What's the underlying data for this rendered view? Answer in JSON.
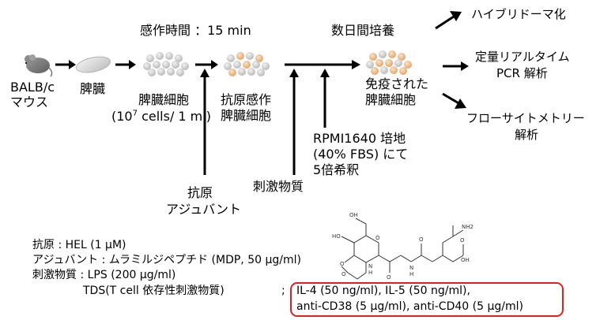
{
  "flow": {
    "mouse_line1": "BALB/c",
    "mouse_line2": "マウス",
    "spleen": "脾臓",
    "spleen_cells": "脾臓細胞",
    "cell_conc_prefix": "(10",
    "cell_conc_exp": "7",
    "cell_conc_suffix": " cells/ 1 ml)",
    "sensitization_time": "感作時間 ：15 min",
    "antigen_sensitized_line1": "抗原感作",
    "antigen_sensitized_line2": "脾臓細胞",
    "culture_days": "数日間培養",
    "immunized_line1": "免疫された",
    "immunized_line2": "脾臓細胞",
    "antigen_adjuvant_line1": "抗原",
    "antigen_adjuvant_line2": "アジュバント",
    "stimulant": "刺激物質",
    "medium_line1": "RPMI1640 培地",
    "medium_line2": "(40% FBS) にて",
    "medium_line3": "5倍希釈"
  },
  "outputs": {
    "hybridoma": "ハイブリドーマ化",
    "pcr_line1": "定量リアルタイム",
    "pcr_line2": "PCR 解析",
    "facs_line1": "フローサイトメトリー",
    "facs_line2": "解析"
  },
  "notes": {
    "antigen": "抗原 : HEL (1 μM)",
    "adjuvant": "アジュバント : ムラミルジペプチド (MDP, 50 μg/ml)",
    "stimulant": "刺激物質 : LPS (200 μg/ml)",
    "tds": "TDS(T cell 依存性刺激物質)",
    "semicolon": ";",
    "tds_line1": "IL-4 (50 ng/ml), IL-5 (50 ng/ml),",
    "tds_line2": "anti-CD38 (5 μg/ml), anti-CD40 (5 μg/ml)"
  },
  "structure_labels": {
    "oh": "OH",
    "ho": "HO",
    "nh2": "NH2",
    "oh_acid": "OH",
    "o1": "O",
    "o2": "O",
    "o3": "O",
    "o4": "O",
    "o5": "O",
    "o6": "O",
    "n1": "N",
    "n2": "N",
    "h1": "H",
    "h2": "H"
  },
  "colors": {
    "cells_gray": "#c8c8c8",
    "cells_tan": "#e8b887",
    "highlight_border": "#e02020",
    "arrow": "#000000"
  }
}
